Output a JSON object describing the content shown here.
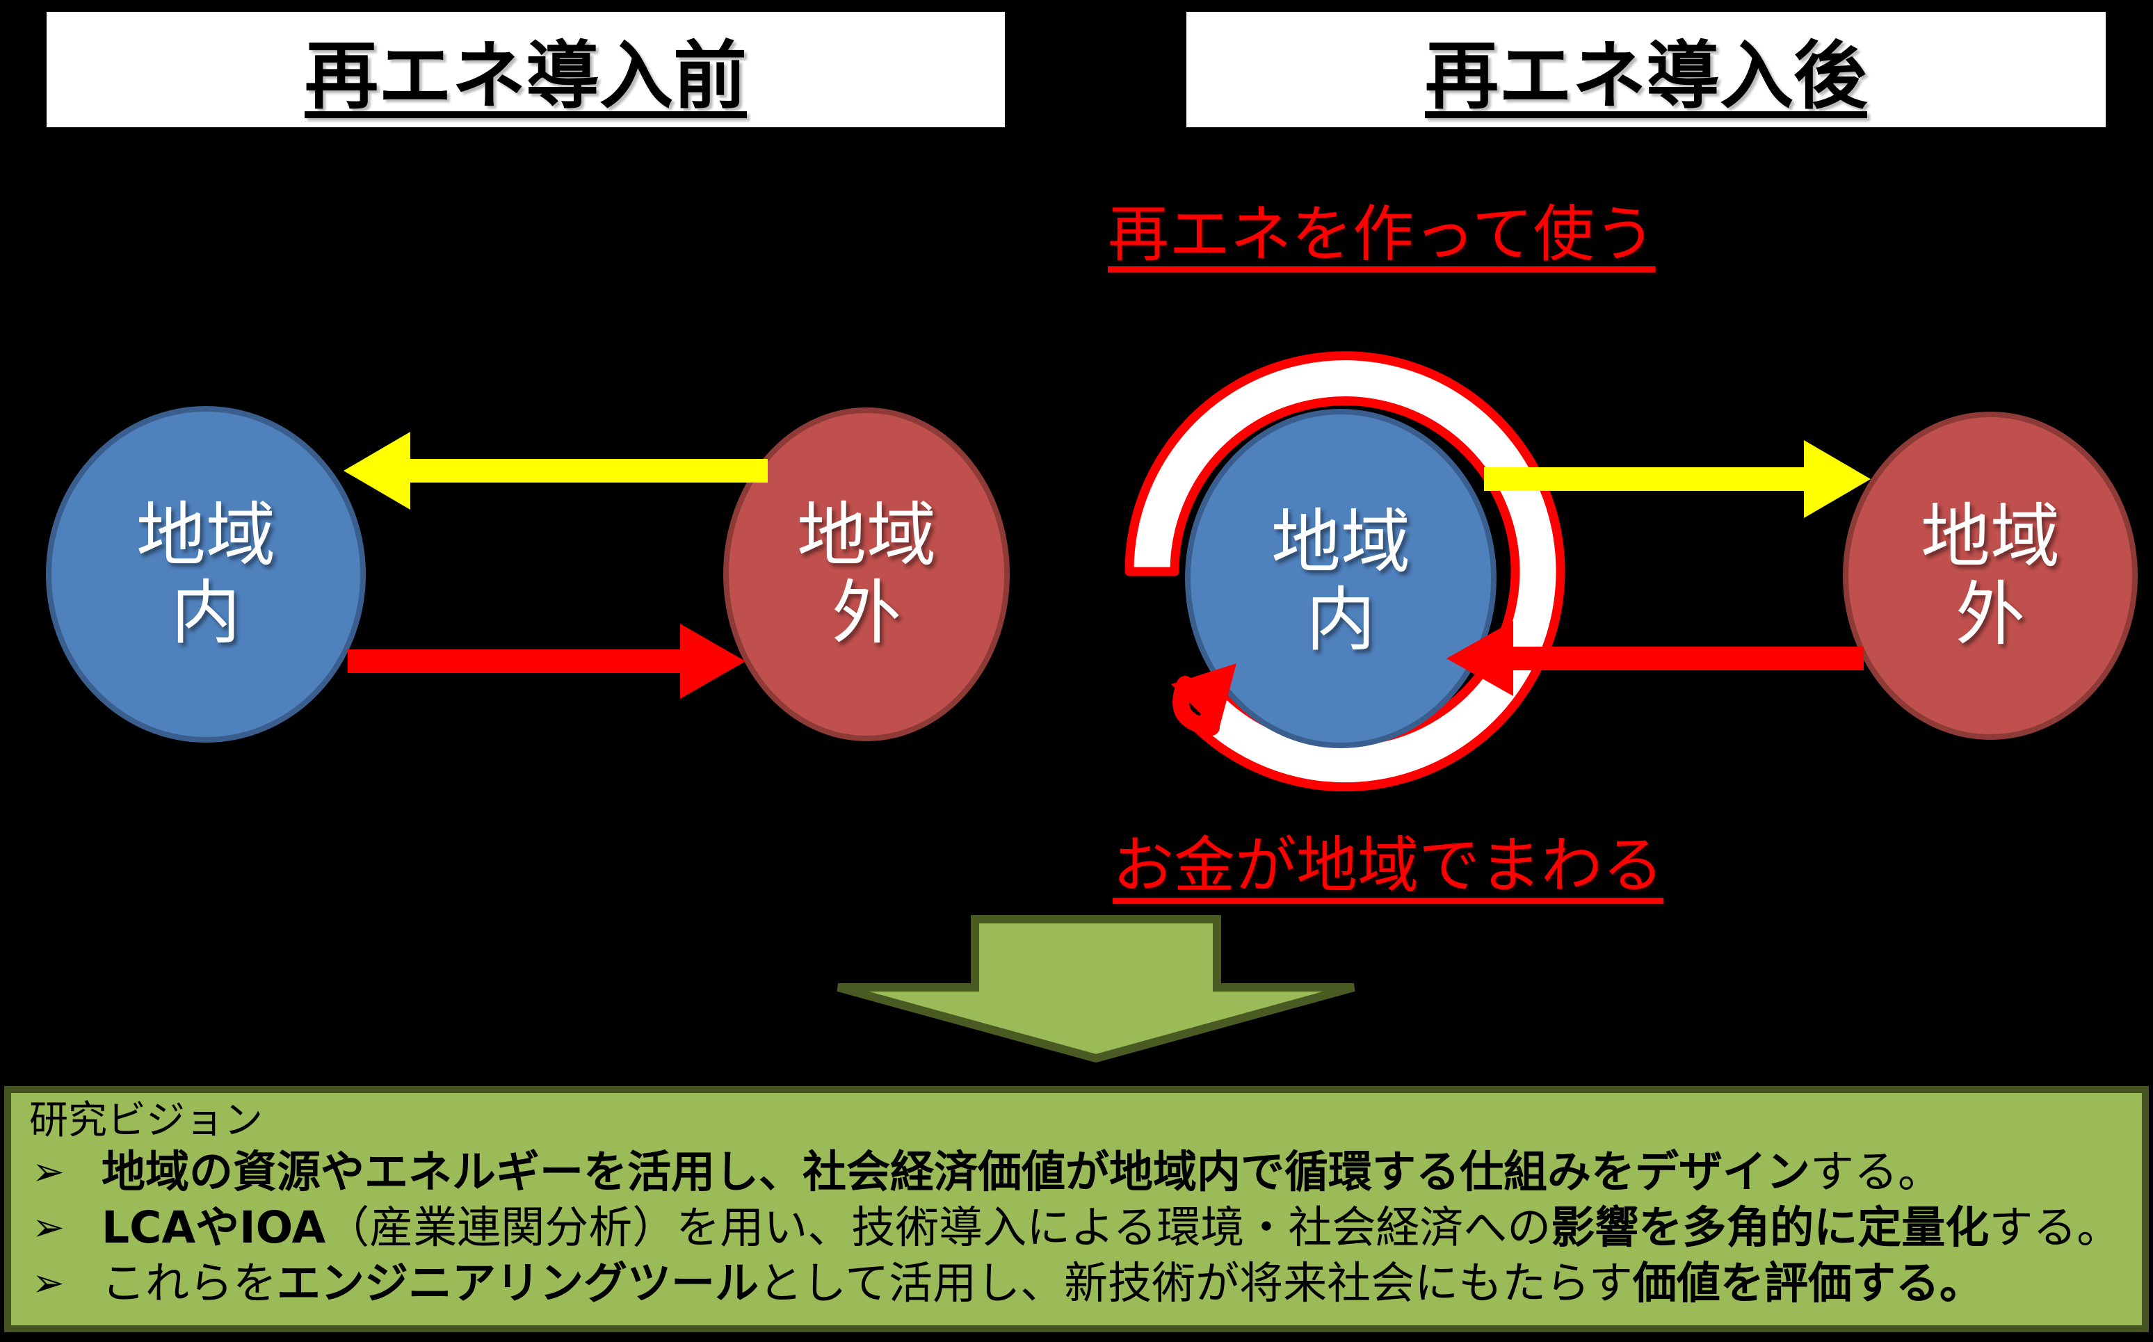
{
  "titles": {
    "before": "再エネ導入前",
    "after": "再エネ導入後"
  },
  "annotations": {
    "energy_after": "再エネを作って使う",
    "money_after": "お金が地域でまわる"
  },
  "circles": {
    "before_inside": {
      "line1": "地域",
      "line2": "内"
    },
    "before_outside": {
      "line1": "地域",
      "line2": "外"
    },
    "after_inside": {
      "line1": "地域",
      "line2": "内"
    },
    "after_outside": {
      "line1": "地域",
      "line2": "外"
    }
  },
  "vision": {
    "heading": "研究ビジョン",
    "bullet_glyph": "➢",
    "bullets": [
      [
        {
          "t": "地域の資源やエネルギーを活用し、社会経済価値が地域内で循環する仕組みをデザイン",
          "b": true
        },
        {
          "t": "する。",
          "b": false
        }
      ],
      [
        {
          "t": "LCAやIOA",
          "b": true
        },
        {
          "t": "（産業連関分析）を用い、技術導入による環境・社会経済への",
          "b": false
        },
        {
          "t": "影響を多角的に定量化",
          "b": true
        },
        {
          "t": "する。",
          "b": false
        }
      ],
      [
        {
          "t": "これらを",
          "b": false
        },
        {
          "t": "エンジニアリングツール",
          "b": true
        },
        {
          "t": "として活用し、新技術が将来社会にもたらす",
          "b": false
        },
        {
          "t": "価値を評価する。",
          "b": true
        }
      ]
    ]
  },
  "colors": {
    "background": "#000000",
    "inside_circle": "#4F81BD",
    "inside_circle_border": "#3A5F8F",
    "outside_circle": "#C0504D",
    "outside_circle_border": "#8E3B38",
    "energy_arrow": "#FFFF00",
    "money_arrow": "#FF0000",
    "ring_fill": "#FFFFFF",
    "vision_box": "#9BBB59",
    "vision_box_border": "#44531F",
    "down_arrow": "#9BBB59",
    "down_arrow_border": "#4A5A23"
  }
}
